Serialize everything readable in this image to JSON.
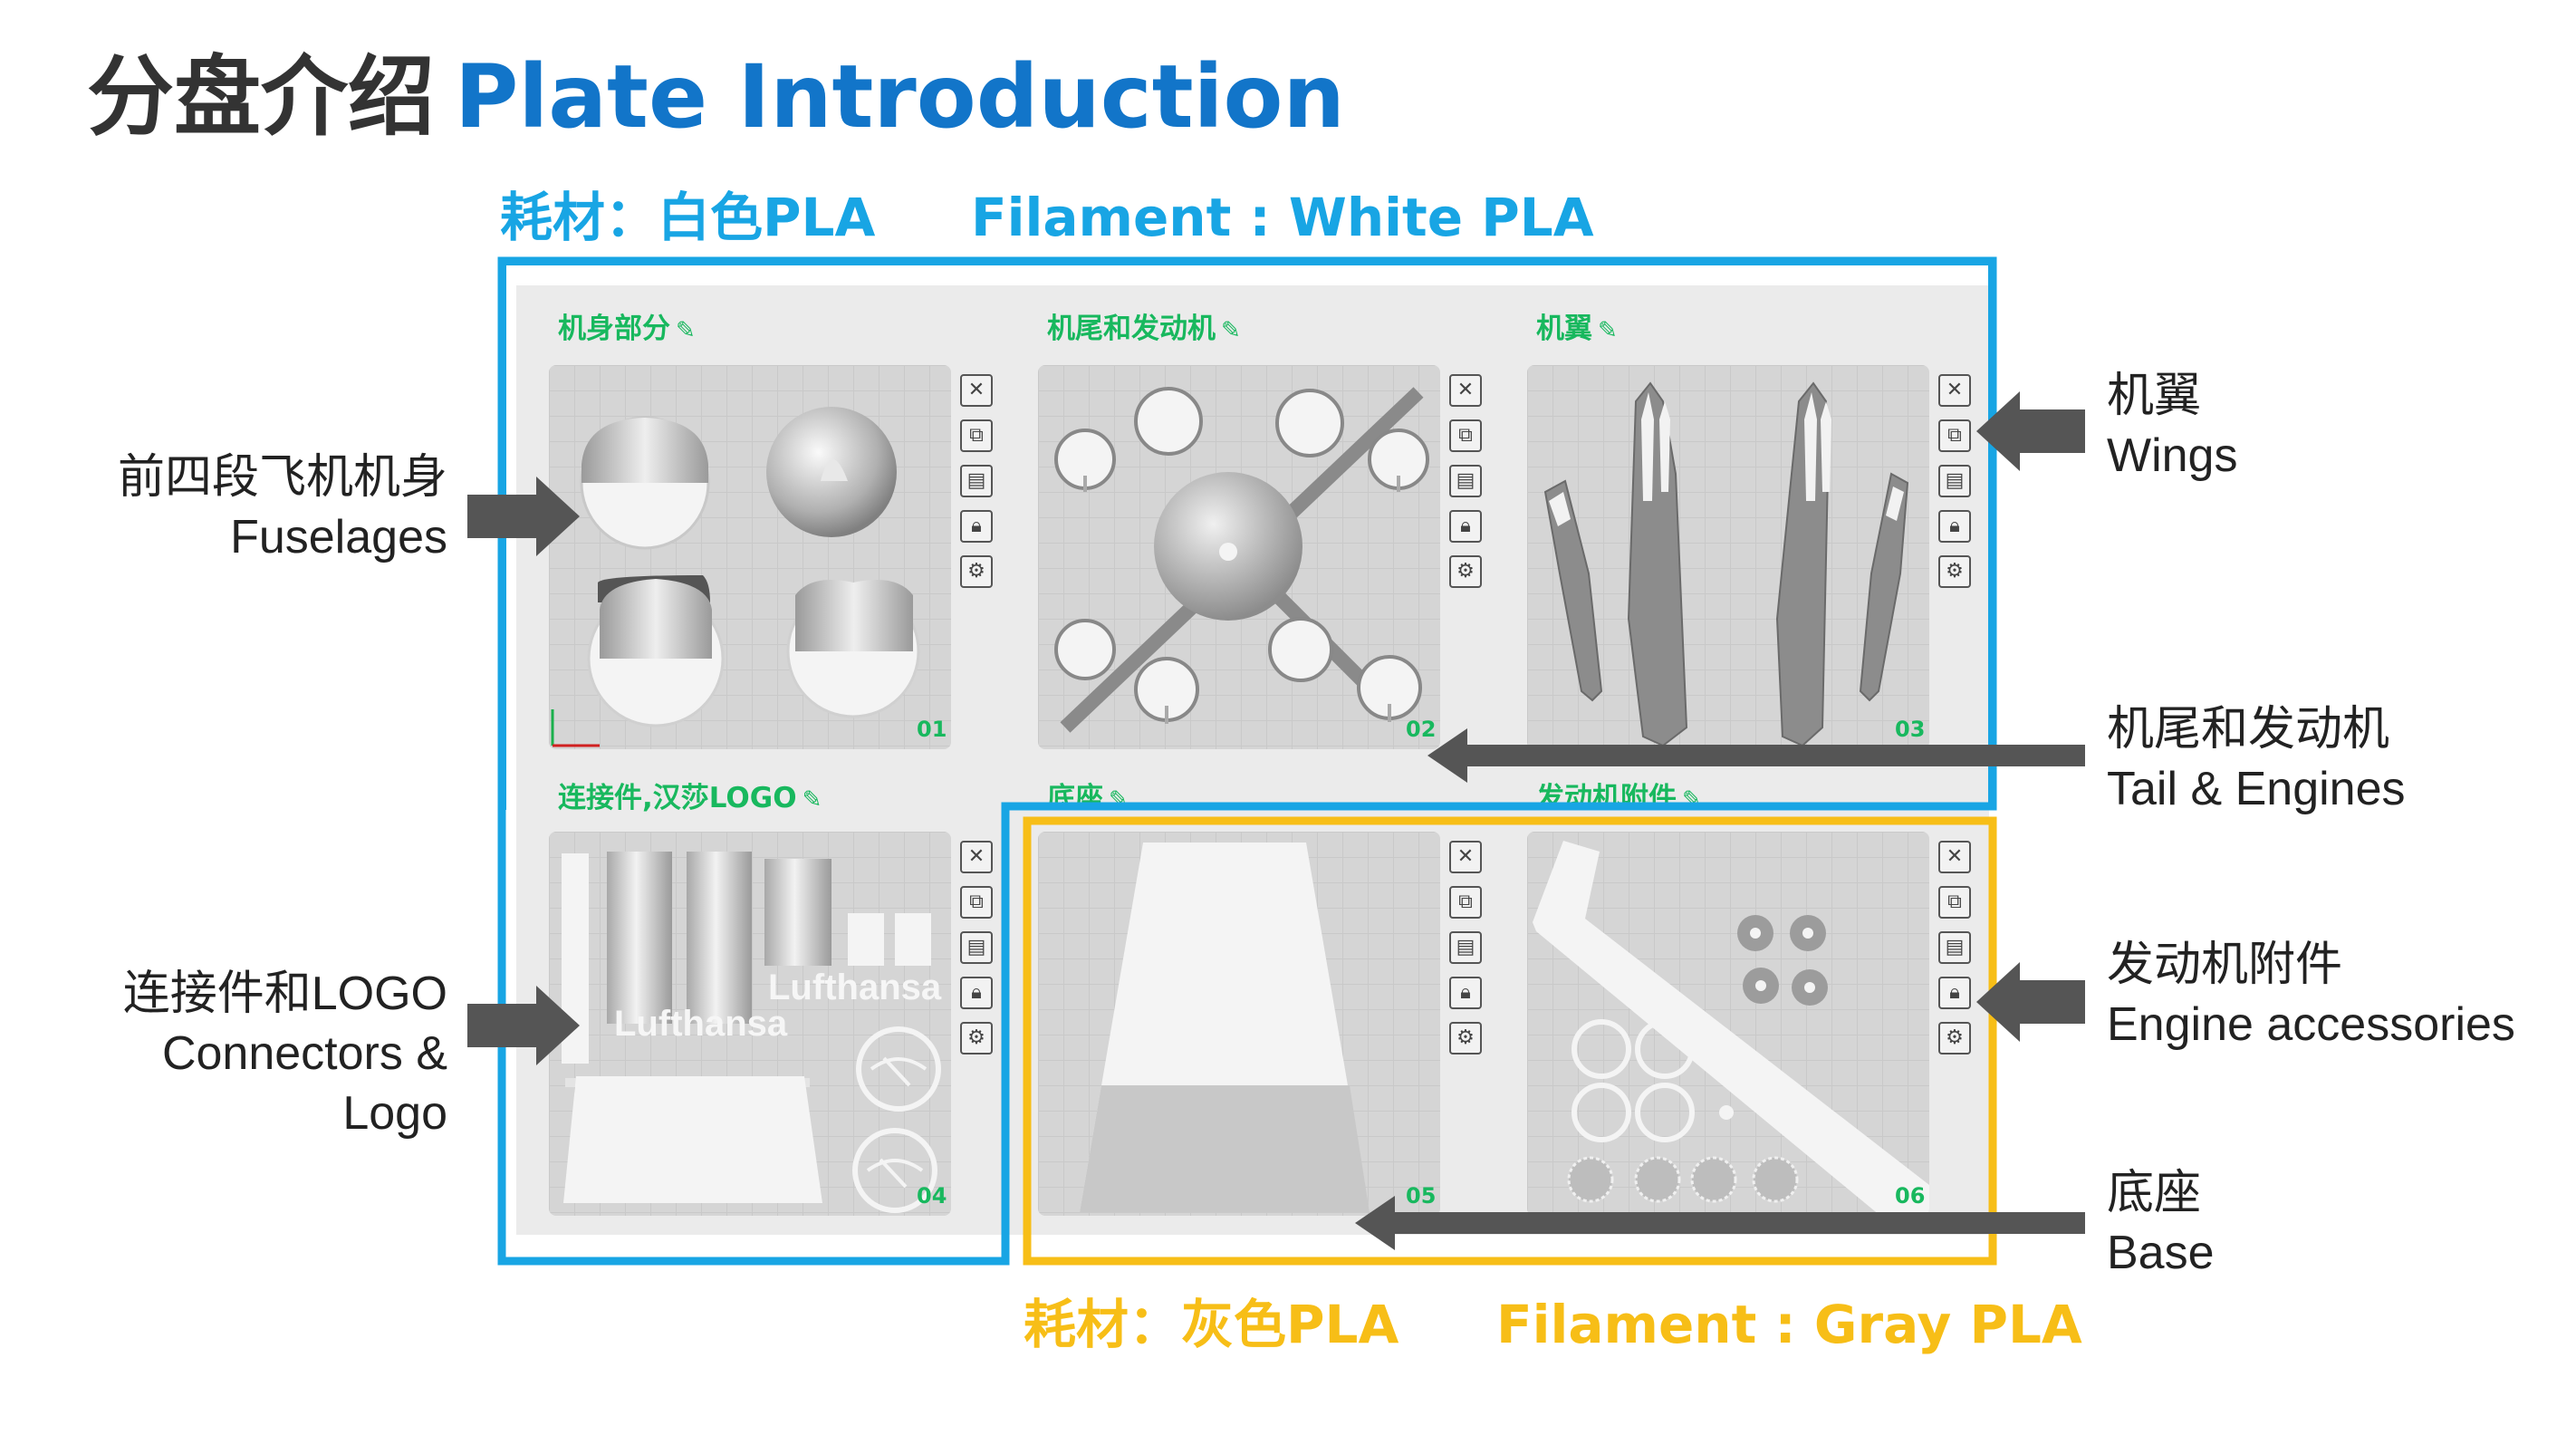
{
  "title": {
    "zh": "分盘介绍",
    "en": "Plate Introduction"
  },
  "filament_white": {
    "zh": "耗材：白色PLA",
    "en": "Filament : White PLA"
  },
  "filament_gray": {
    "zh": "耗材：灰色PLA",
    "en": "Filament : Gray PLA"
  },
  "plates": [
    {
      "label": "机身部分",
      "number": "01"
    },
    {
      "label": "机尾和发动机",
      "number": "02"
    },
    {
      "label": "机翼",
      "number": "03"
    },
    {
      "label": "连接件,汉莎LOGO",
      "number": "04"
    },
    {
      "label": "底座",
      "number": "05"
    },
    {
      "label": "发动机附件",
      "number": "06"
    }
  ],
  "logo_text": "Lufthansa",
  "toolbar_icons": [
    "close-icon",
    "orient-icon",
    "arrange-icon",
    "lock-icon",
    "settings-icon"
  ],
  "callouts_left": [
    {
      "zh": "前四段飞机机身",
      "en": "Fuselages"
    },
    {
      "zh": "连接件和LOGO",
      "en": "Connectors &",
      "en2": "Logo"
    }
  ],
  "callouts_right": [
    {
      "zh": "机翼",
      "en": "Wings"
    },
    {
      "zh": "机尾和发动机",
      "en": "Tail & Engines"
    },
    {
      "zh": "发动机附件",
      "en": "Engine accessories"
    },
    {
      "zh": "底座",
      "en": "Base"
    }
  ],
  "colors": {
    "white_pla": "#18a5e4",
    "gray_pla": "#f7be17",
    "plate_label": "#18b85e",
    "title_en": "#1275c9"
  }
}
